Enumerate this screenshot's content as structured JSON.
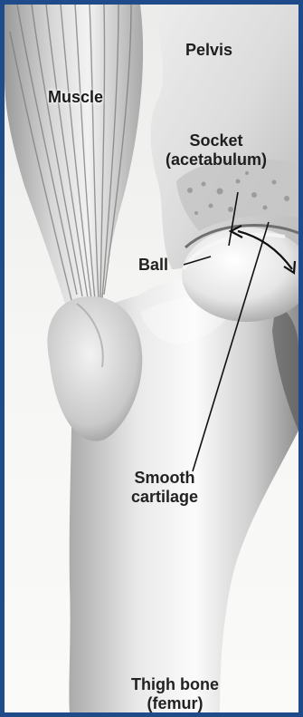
{
  "labels": {
    "pelvis": "Pelvis",
    "muscle": "Muscle",
    "socket_line1": "Socket",
    "socket_line2": "(acetabulum)",
    "ball": "Ball",
    "cartilage_line1": "Smooth",
    "cartilage_line2": "cartilage",
    "femur_line1": "Thigh bone",
    "femur_line2": "(femur)"
  },
  "colors": {
    "frame": "#1f4b8a",
    "background": "#f4f4f2",
    "bone_light": "#fafafa",
    "bone_shadow": "#8e8e8e",
    "muscle_dark": "#6e6e6e",
    "leader_line": "#111111"
  }
}
